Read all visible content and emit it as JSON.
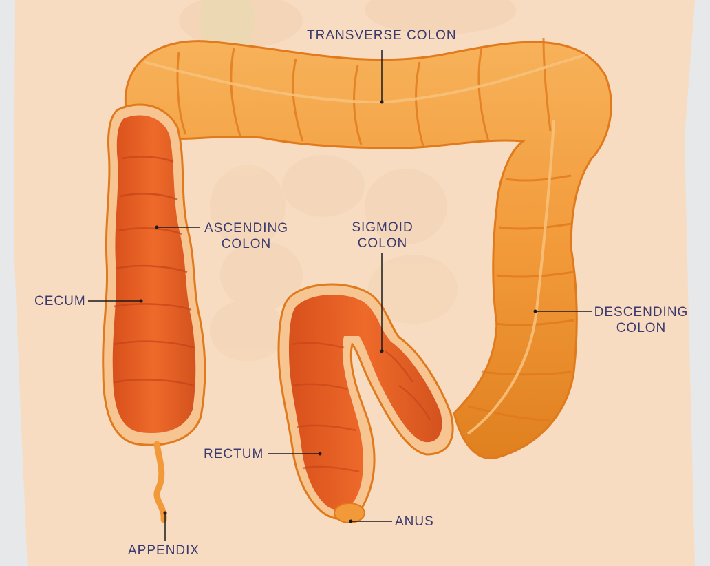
{
  "labels": {
    "transverse_colon": "TRANSVERSE COLON",
    "ascending_colon": [
      "ASCENDING",
      "COLON"
    ],
    "sigmoid_colon": [
      "SIGMOID",
      "COLON"
    ],
    "cecum": "CECUM",
    "descending_colon": [
      "DESCENDING",
      "COLON"
    ],
    "rectum": "RECTUM",
    "anus": "ANUS",
    "appendix": "APPENDIX"
  },
  "colors": {
    "background_body": "#f7dcc1",
    "background_side": "#e7e8ea",
    "colon_outer": "#f29a3a",
    "colon_dark": "#e07a1c",
    "colon_inner": "#e85f24",
    "label_text": "#3b3a6e",
    "leader_line": "#1a1a1a"
  }
}
